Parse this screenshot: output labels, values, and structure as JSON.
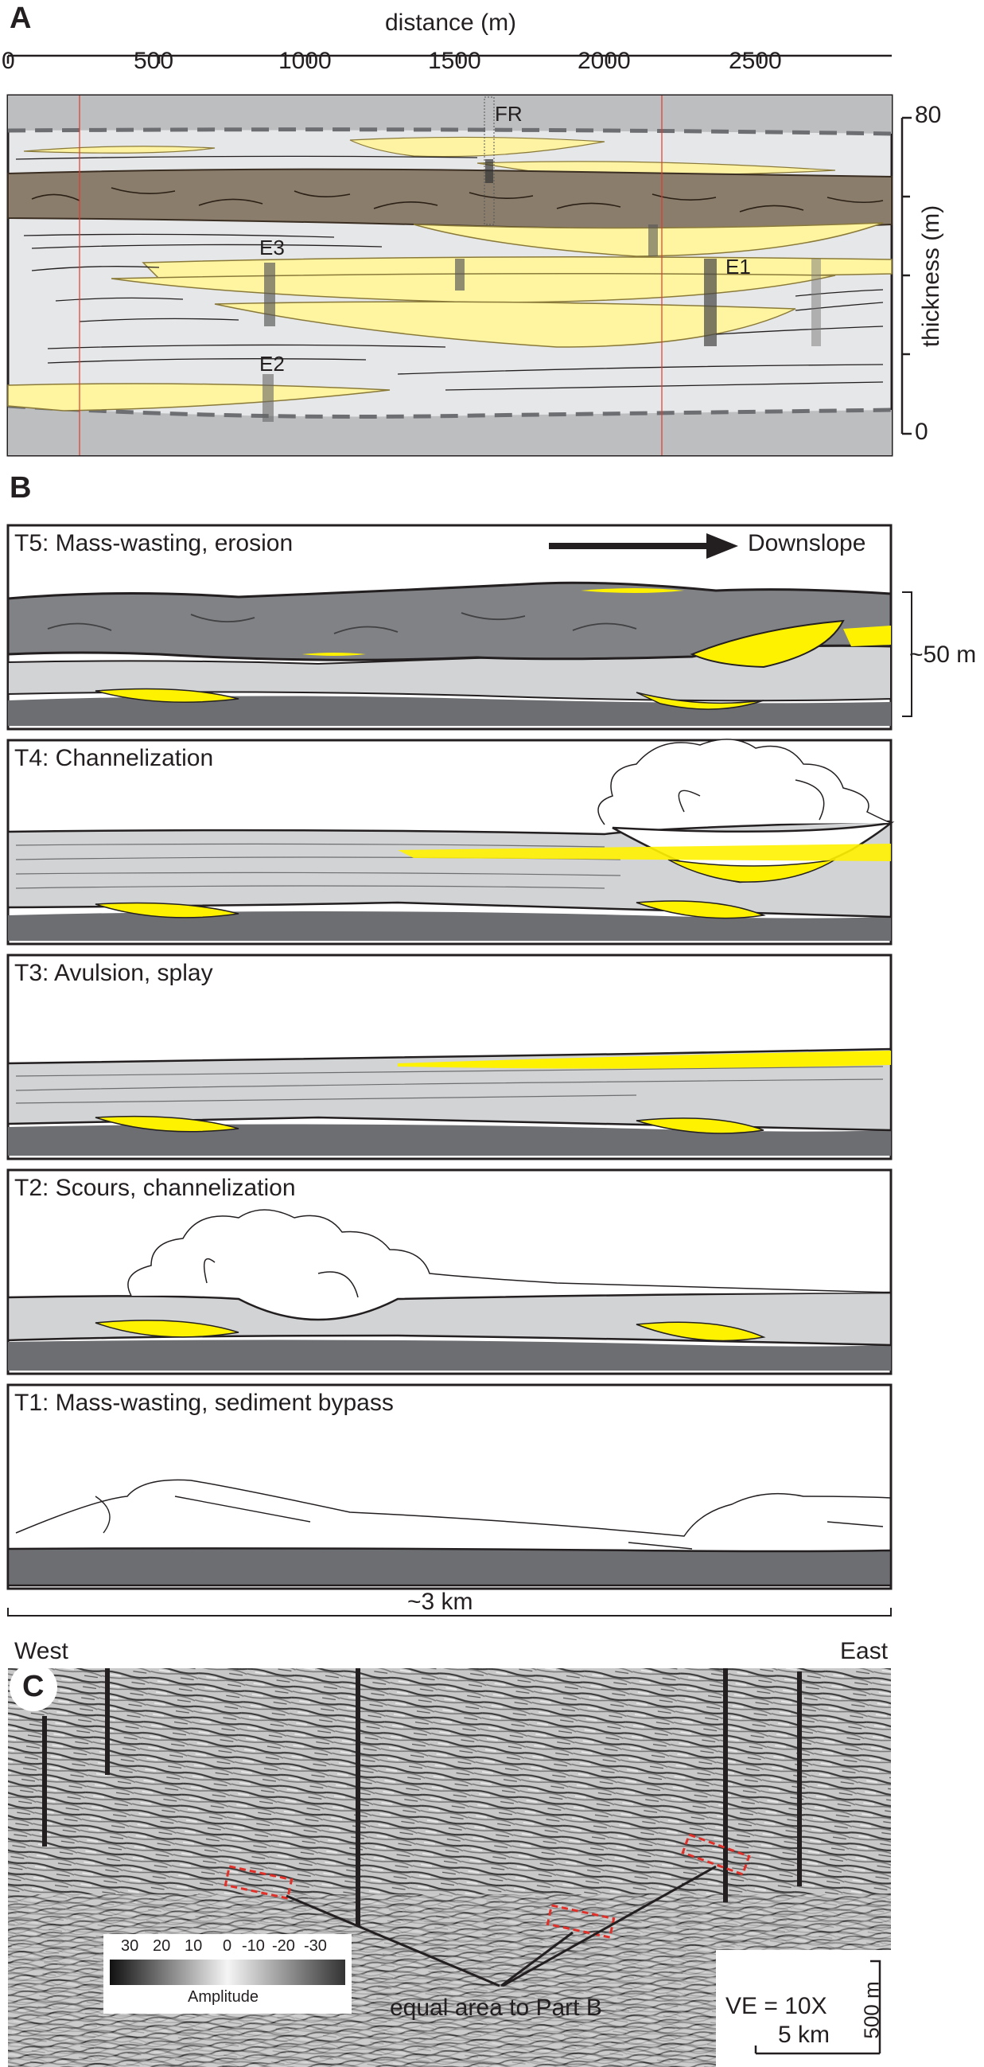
{
  "panelA": {
    "letter": "A",
    "x_axis_title": "distance (m)",
    "x_ticks": [
      "0",
      "500",
      "1000",
      "1500",
      "2000",
      "2500"
    ],
    "y_axis_title": "thickness (m)",
    "y_ticks": [
      "80",
      "0"
    ],
    "well_labels": [
      "FR",
      "E3",
      "E1",
      "E2"
    ]
  },
  "panelB": {
    "letter": "B",
    "arrow_label": "Downslope",
    "scale_label": "~50 m",
    "stages": [
      {
        "title": "T5: Mass-wasting, erosion"
      },
      {
        "title": "T4: Channelization"
      },
      {
        "title": "T3: Avulsion, splay"
      },
      {
        "title": "T2: Scours, channelization"
      },
      {
        "title": "T1: Mass-wasting, sediment bypass"
      }
    ],
    "width_label": "~3 km"
  },
  "panelC": {
    "letter": "C",
    "west": "West",
    "east": "East",
    "colorbar_ticks": [
      "30",
      "20",
      "10",
      "0",
      "-10",
      "-20",
      "-30"
    ],
    "colorbar_title": "Amplitude",
    "annotation": "equal area to Part B",
    "ve": "VE = 10X",
    "vscale": "500 m",
    "hscale": "5 km"
  },
  "colors": {
    "sand": "#fff200",
    "pale_sand": "#fdf3a3",
    "mud_dark": "#6d6e71",
    "mud_light": "#d1d3d4",
    "mtd_brown": "#8b7d6b",
    "outline": "#231f20"
  }
}
